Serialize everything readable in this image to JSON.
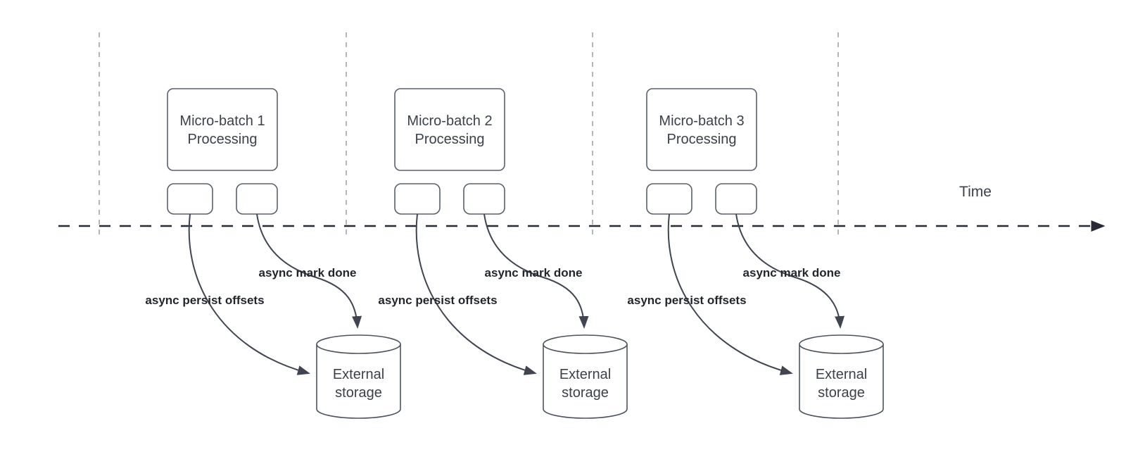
{
  "timeline": {
    "label": "Time"
  },
  "groups": [
    {
      "box_line1": "Micro-batch 1",
      "box_line2": "Processing",
      "persist_label": "async persist offsets",
      "done_label": "async mark done",
      "storage_line1": "External",
      "storage_line2": "storage"
    },
    {
      "box_line1": "Micro-batch 2",
      "box_line2": "Processing",
      "persist_label": "async persist offsets",
      "done_label": "async mark done",
      "storage_line1": "External",
      "storage_line2": "storage"
    },
    {
      "box_line1": "Micro-batch 3",
      "box_line2": "Processing",
      "persist_label": "async persist offsets",
      "done_label": "async mark done",
      "storage_line1": "External",
      "storage_line2": "storage"
    }
  ],
  "colors": {
    "background": "#ffffff",
    "shape_stroke": "#5a606a",
    "cylinder_stroke": "#4d545f",
    "connector_stroke": "#3f4551",
    "timeline_stroke": "#262b33",
    "guide_stroke": "#b3b6bb",
    "shape_text": "#3b414b",
    "edge_label_text": "#22262d"
  }
}
